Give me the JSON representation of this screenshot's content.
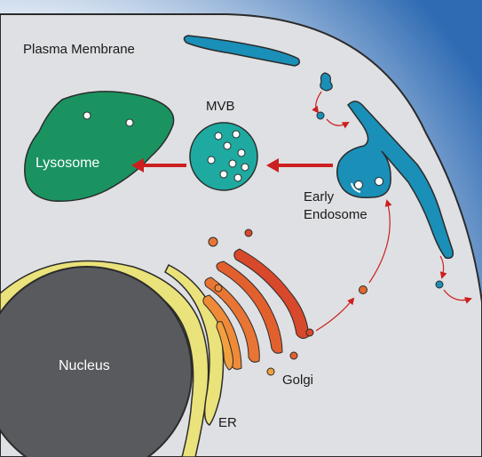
{
  "labels": {
    "plasma_membrane": "Plasma Membrane",
    "mvb": "MVB",
    "lysosome": "Lysosome",
    "early_endosome_line1": "Early",
    "early_endosome_line2": "Endosome",
    "nucleus": "Nucleus",
    "golgi": "Golgi",
    "er": "ER"
  },
  "colors": {
    "cytoplasm": "#dfe0e3",
    "outline": "#2b2b2b",
    "extracellular_blue": "#2f6bb3",
    "lysosome": "#1a9360",
    "mvb": "#1eaaa0",
    "endosome": "#1a8fb8",
    "vesicle": "#e0682f",
    "arrow": "#cc1f1f",
    "nucleus": "#595a5e",
    "er": "#eae27a",
    "golgi_dark": "#d8482a",
    "golgi_light": "#f2a640"
  }
}
